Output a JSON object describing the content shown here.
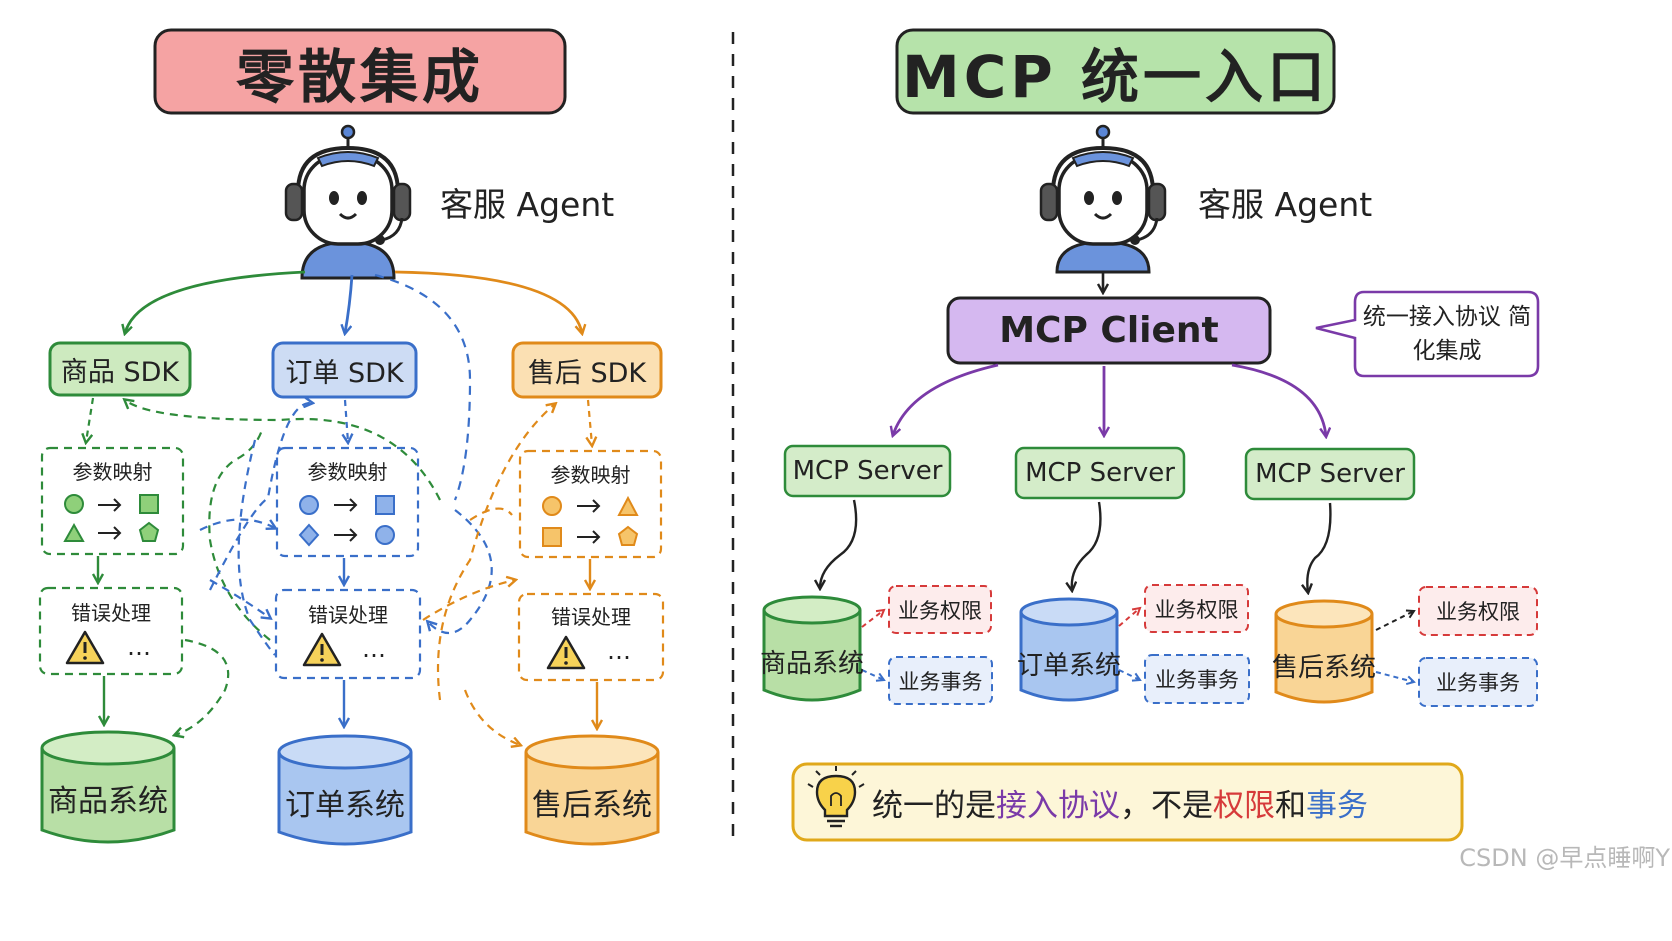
{
  "left": {
    "title": "零散集成",
    "agent_label": "客服 Agent",
    "sdks": [
      "商品 SDK",
      "订单 SDK",
      "售后 SDK"
    ],
    "param_mapping_label": "参数映射",
    "error_handling_label": "错误处理",
    "ellipsis": "…",
    "systems": [
      "商品系统",
      "订单系统",
      "售后系统"
    ]
  },
  "right": {
    "title": "MCP 统一入口",
    "agent_label": "客服 Agent",
    "client_label": "MCP Client",
    "callout": "统一接入协议 简化集成",
    "servers": [
      "MCP Server",
      "MCP Server",
      "MCP Server"
    ],
    "systems": [
      "商品系统",
      "订单系统",
      "售后系统"
    ],
    "tag_permission": "业务权限",
    "tag_transaction": "业务事务",
    "note": {
      "part1": "统一的是",
      "part2": "接入协议",
      "part3": "，不是",
      "part4": "权限",
      "part5": "和",
      "part6": "事务"
    }
  },
  "watermark": "CSDN @早点睡啊Y",
  "colors": {
    "green": "#2e8b3a",
    "blue": "#3a6fc9",
    "orange": "#e08a1a",
    "purple": "#7a3aa8",
    "red": "#d63a3a"
  }
}
